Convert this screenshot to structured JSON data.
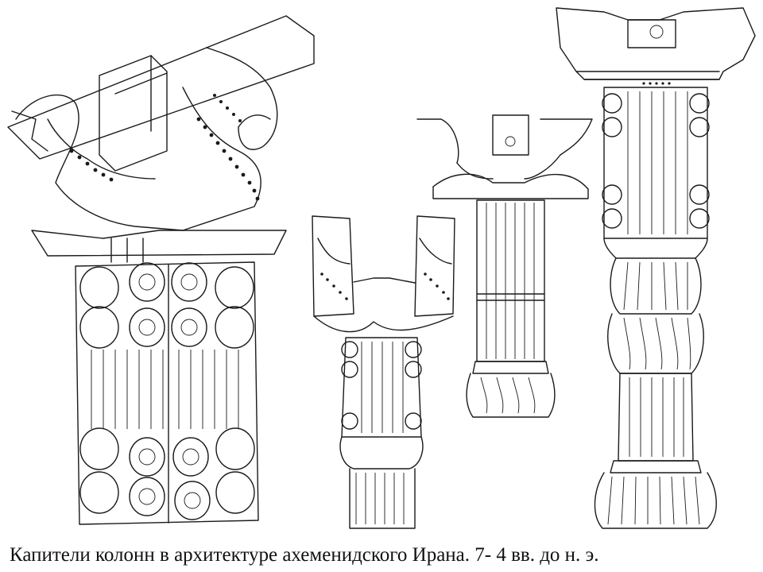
{
  "caption": "Капители колонн в архитектуре ахеменидского Ирана. 7- 4 вв. до н. э.",
  "illustration": {
    "columns": [
      "bull-capital-large",
      "human-headed-capital",
      "griffin-capital",
      "bull-capital-full-column"
    ]
  },
  "colors": {
    "ink": "#1a1a1a",
    "paper": "#ffffff"
  }
}
